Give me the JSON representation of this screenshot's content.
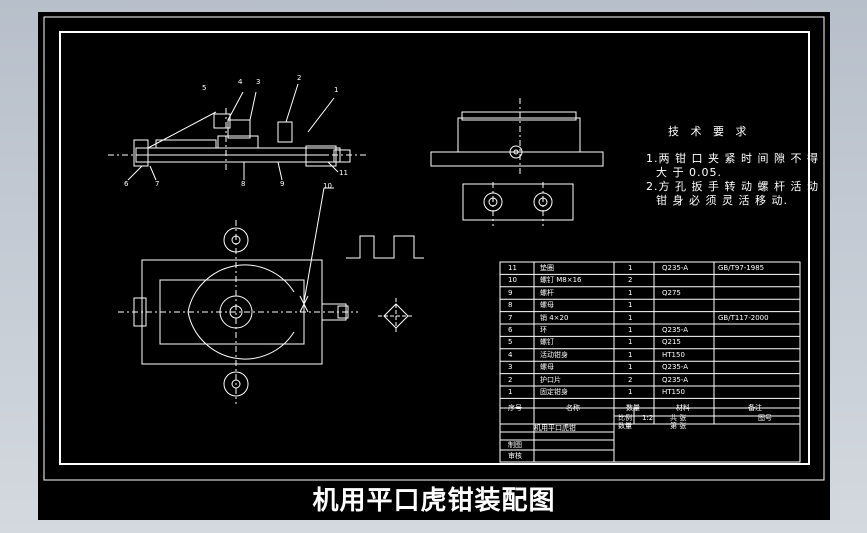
{
  "title": "机用平口虎钳装配图",
  "tech_requirements": {
    "heading": "技 术 要 求",
    "line1": "1.两 钳 口 夹 紧 时 间 隙 不 得",
    "line2": "大 于 0.05.",
    "line3": "2.方 孔 扳 手 转 动 螺 杆 活 动",
    "line4": "钳 身 必 须 灵 活 移 动."
  },
  "balloons": [
    "5",
    "4",
    "3",
    "2",
    "1",
    "6",
    "7",
    "8",
    "9",
    "10",
    "11"
  ],
  "bom_rows": [
    {
      "no": "11",
      "name": "垫圈",
      "qty": "1",
      "material": "Q235-A",
      "note": "GB/T97-1985"
    },
    {
      "no": "10",
      "name": "螺钉 M8×16",
      "qty": "2",
      "material": "",
      "note": ""
    },
    {
      "no": "9",
      "name": "螺杆",
      "qty": "1",
      "material": "Q275",
      "note": ""
    },
    {
      "no": "8",
      "name": "螺母",
      "qty": "1",
      "material": "",
      "note": ""
    },
    {
      "no": "7",
      "name": "销 4×20",
      "qty": "1",
      "material": "",
      "note": "GB/T117-2000"
    },
    {
      "no": "6",
      "name": "环",
      "qty": "1",
      "material": "Q235-A",
      "note": ""
    },
    {
      "no": "5",
      "name": "螺钉",
      "qty": "1",
      "material": "Q215",
      "note": ""
    },
    {
      "no": "4",
      "name": "活动钳身",
      "qty": "1",
      "material": "HT150",
      "note": ""
    },
    {
      "no": "3",
      "name": "螺母",
      "qty": "1",
      "material": "Q235-A",
      "note": ""
    },
    {
      "no": "2",
      "name": "护口片",
      "qty": "2",
      "material": "Q235-A",
      "note": ""
    },
    {
      "no": "1",
      "name": "固定钳身",
      "qty": "1",
      "material": "HT150",
      "note": ""
    }
  ],
  "bom_header": {
    "no": "序号",
    "name": "名称",
    "qty": "数量",
    "material": "材料",
    "note": "备注"
  },
  "title_block": {
    "drawing_name": "机用平口虎钳",
    "scale_label": "比例",
    "scale_value": "1:2",
    "count_label": "共 张",
    "sheet_label": "第 张",
    "drawing_no_label": "图号",
    "qty_label": "数量",
    "drawn_label": "制图",
    "checked_label": "审核"
  },
  "colors": {
    "sheet": "#000000",
    "lines": "#ffffff"
  }
}
